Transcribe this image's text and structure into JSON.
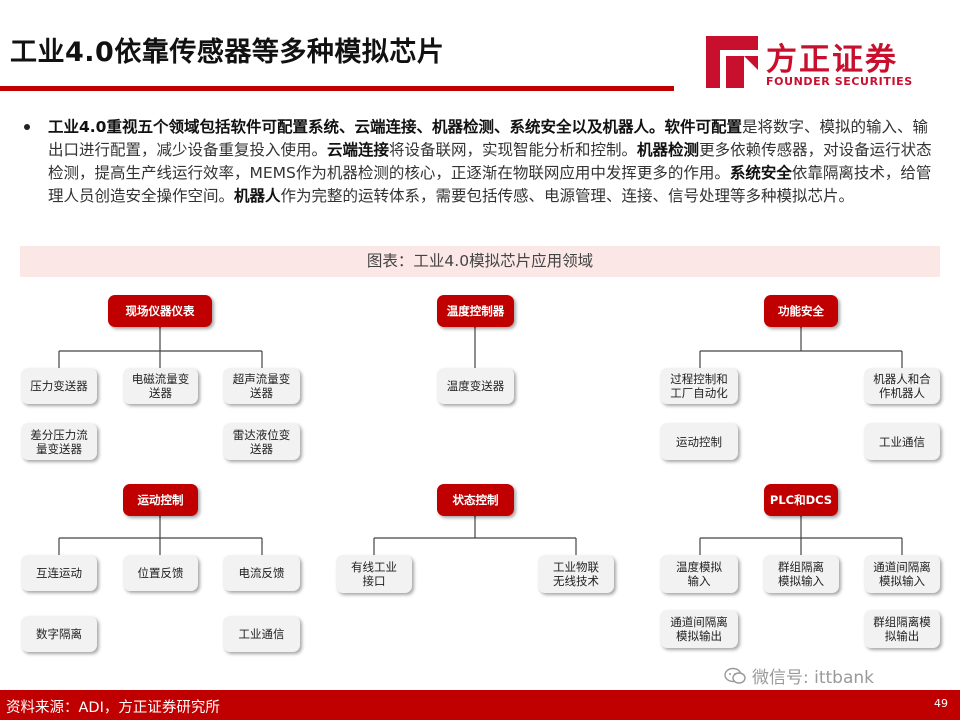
{
  "header": {
    "title": "工业4.0依靠传感器等多种模拟芯片",
    "logo_name": "方正证券",
    "logo_en": "FOUNDER SECURITIES"
  },
  "bullet": {
    "b1": "工业4.0重视五个领域包括软件可配置系统、云端连接、机器检测、系统安全以及机器人。",
    "b2": "软件可配置",
    "t2": "是将数字、模拟的输入、输出口进行配置，减少设备重复投入使用。",
    "b3": "云端连接",
    "t3": "将设备联网，实现智能分析和控制。",
    "b4": "机器检测",
    "t4": "更多依赖传感器，对设备运行状态检测，提高生产线运行效率，MEMS作为机器检测的核心，正逐渐在物联网应用中发挥更多的作用。",
    "b5": "系统安全",
    "t5": "依靠隔离技术，给管理人员创造安全操作空间。",
    "b6": "机器人",
    "t6": "作为完整的运转体系，需要包括传感、电源管理、连接、信号处理等多种模拟芯片。"
  },
  "caption": "图表：工业4.0模拟芯片应用领域",
  "diagram": {
    "g1": {
      "hub": "现场仪器仪表",
      "l1": "压力变送器",
      "l2": "电磁流量变\n送器",
      "l3": "超声流量变\n送器",
      "l4": "差分压力流\n量变送器",
      "l5": "雷达液位变\n送器"
    },
    "g2": {
      "hub": "温度控制器",
      "l1": "温度变送器"
    },
    "g3": {
      "hub": "功能安全",
      "l1": "过程控制和\n工厂自动化",
      "l2": "机器人和合\n作机器人",
      "l3": "运动控制",
      "l4": "工业通信"
    },
    "g4": {
      "hub": "运动控制",
      "l1": "互连运动",
      "l2": "位置反馈",
      "l3": "电流反馈",
      "l4": "数字隔离",
      "l5": "工业通信"
    },
    "g5": {
      "hub": "状态控制",
      "l1": "有线工业\n接口",
      "l2": "工业物联\n无线技术"
    },
    "g6": {
      "hub": "PLC和DCS",
      "l1": "温度模拟\n输入",
      "l2": "群组隔离\n模拟输入",
      "l3": "通道间隔离\n模拟输入",
      "l4": "通道间隔离\n模拟输出",
      "l5": "群组隔离模\n拟输出"
    }
  },
  "footer": {
    "source": "资料来源：ADI，方正证券研究所",
    "watermark": "微信号: ittbank",
    "page": "49"
  },
  "colors": {
    "brand_red": "#c00000",
    "caption_bg": "#fbe8e6",
    "leaf_bg": "#f2f2f2"
  }
}
